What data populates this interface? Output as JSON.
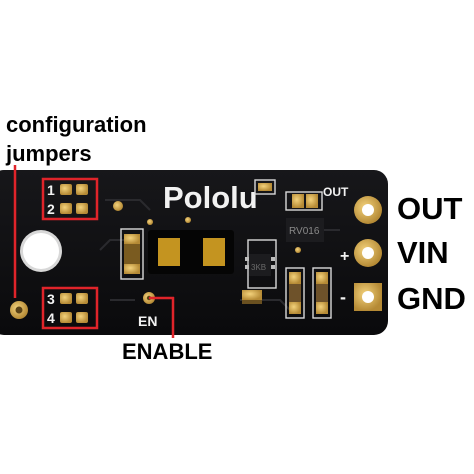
{
  "callouts": {
    "config_line1": "configuration",
    "config_line2": "jumpers",
    "enable": "ENABLE"
  },
  "pins": {
    "out": "OUT",
    "vin": "VIN",
    "gnd": "GND"
  },
  "board": {
    "logo": "Pololu",
    "silk_out": "OUT",
    "silk_plus": "+",
    "silk_minus": "-",
    "silk_en": "EN",
    "jumper_numbers": [
      "1",
      "2",
      "3",
      "4"
    ],
    "chip_marking": "RV016",
    "chip_marking_small": "3KB"
  },
  "colors": {
    "pcb": "#0e0e10",
    "gold": "#d7ae55",
    "callout": "#e0242a",
    "silkscreen": "#f2f2f2"
  }
}
